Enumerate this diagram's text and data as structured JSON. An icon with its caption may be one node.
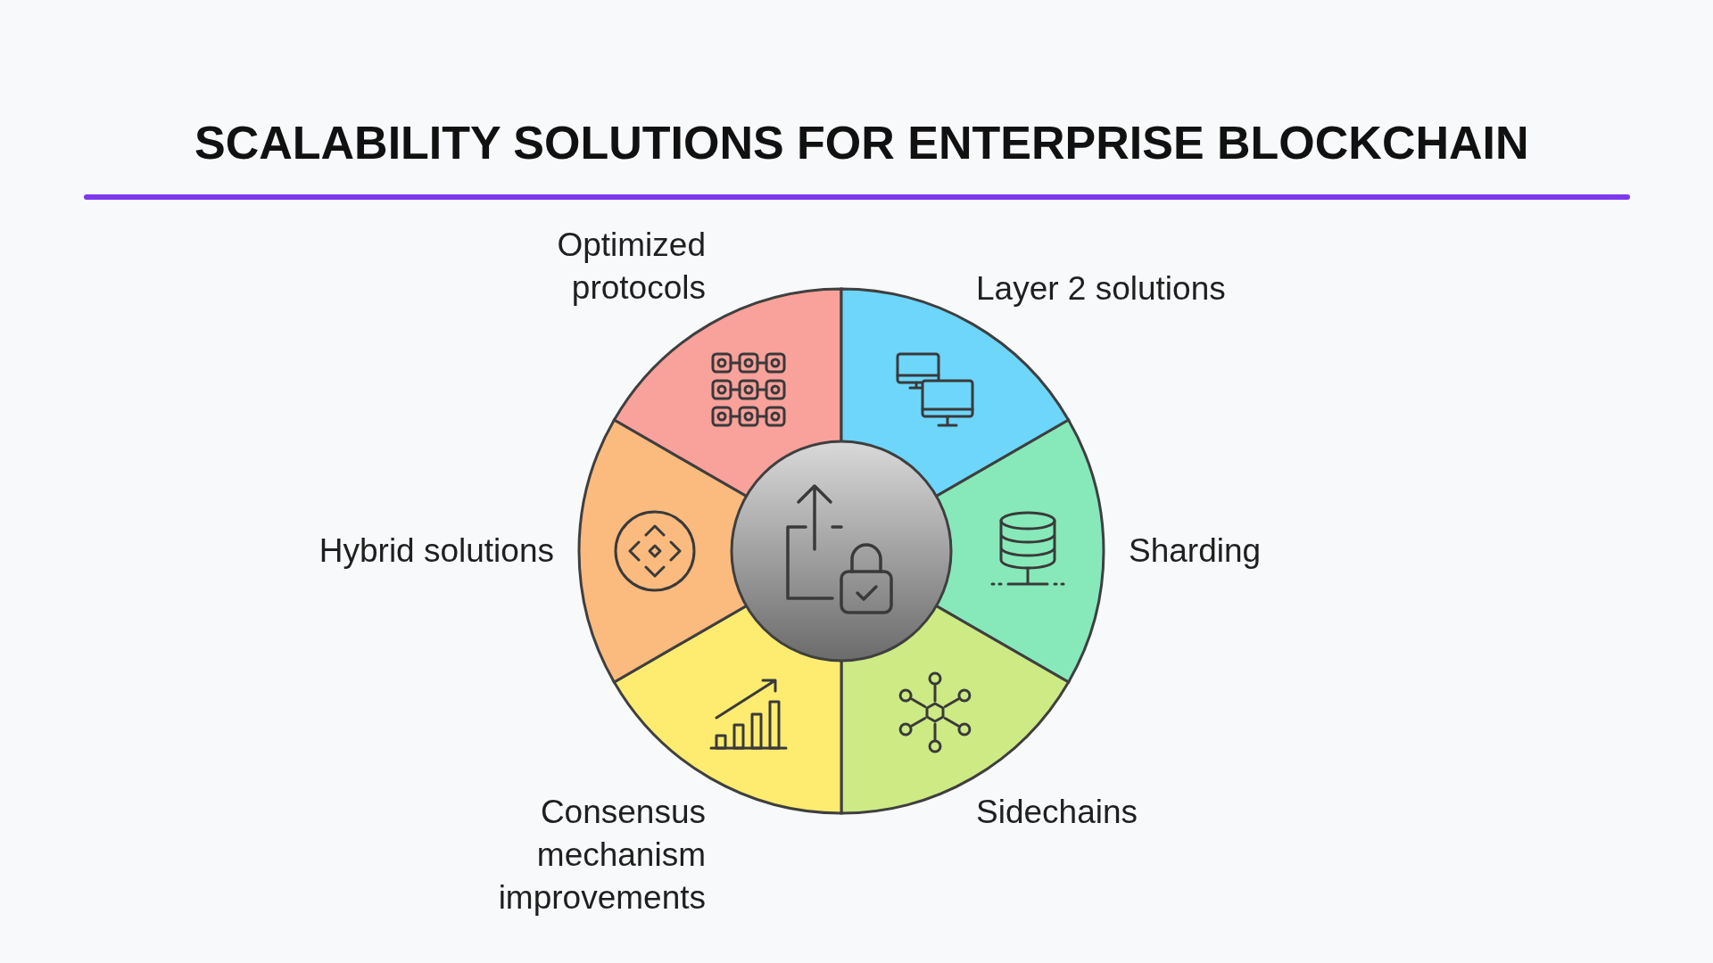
{
  "diagram": {
    "title": "SCALABILITY SOLUTIONS FOR ENTERPRISE BLOCKCHAIN",
    "nodes": [
      {
        "text": [
          "Optimized protocols"
        ]
      },
      {
        "text": [
          "Layer 2 solutions"
        ]
      },
      {
        "text": [
          "Sharding"
        ]
      },
      {
        "text": [
          "Sidechains"
        ]
      },
      {
        "text": [
          "Consensus mechanism improvements"
        ]
      },
      {
        "text": [
          "Hybrid solutions"
        ]
      },
      {
        "text": [],
        "shape": "circle"
      }
    ]
  }
}
